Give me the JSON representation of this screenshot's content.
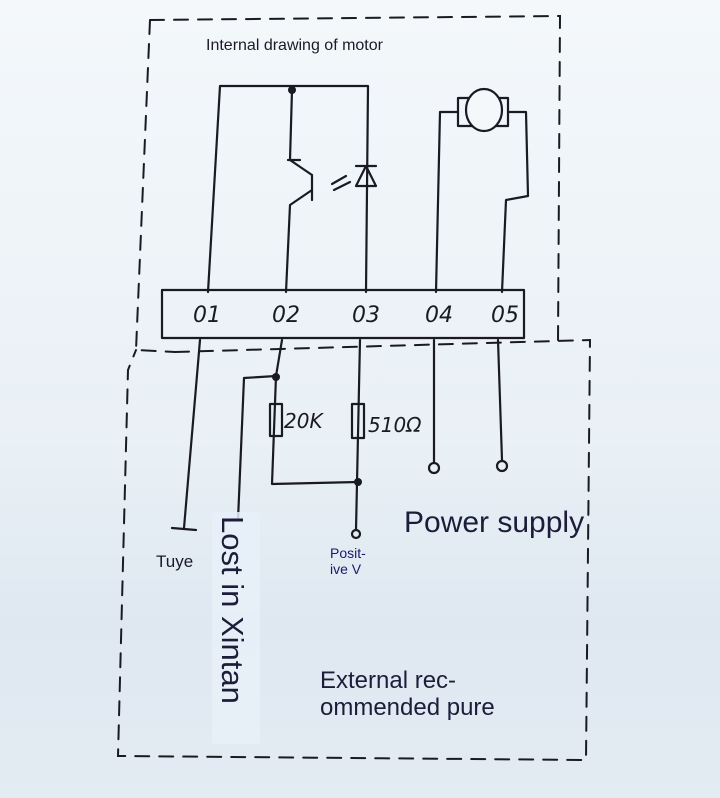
{
  "title": "Internal drawing of motor",
  "terminals": [
    "01",
    "02",
    "03",
    "04",
    "05"
  ],
  "resistors": {
    "r1": "20K",
    "r2": "510Ω"
  },
  "labels": {
    "tuye": "Tuye",
    "lost": "Lost in Xintan",
    "positive": "Posit-\nive V",
    "power_supply": "Power supply",
    "external": "External rec-\nommended pure"
  },
  "colors": {
    "ink": "#1a1a22",
    "label_text": "#1d1d3a",
    "paper": "#eef3f8"
  }
}
